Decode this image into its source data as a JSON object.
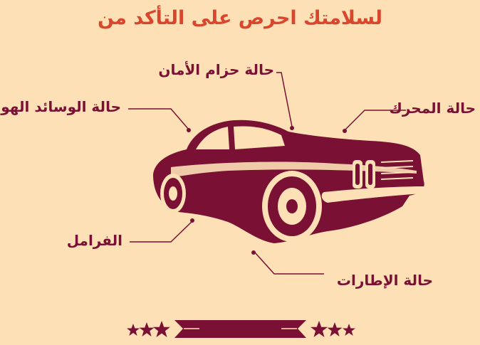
{
  "title": "لسلامتك احرص على التأكد من",
  "labels": {
    "seatbelt": "حالة حزام الأمان",
    "airbags": "حالة الوسائد الهوائية",
    "engine": "حالة المحرك",
    "brakes": "الفرامل",
    "tires": "حالة الإطارات"
  },
  "colors": {
    "background": "#fde0b6",
    "primary": "#7a1033",
    "title": "#d8462e"
  },
  "icons": [
    "car-illustration",
    "star-icon",
    "ribbon-banner"
  ]
}
